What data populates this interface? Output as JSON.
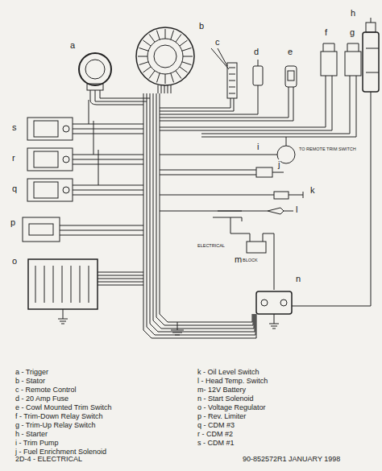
{
  "diagram": {
    "labels": [
      "a",
      "b",
      "c",
      "d",
      "e",
      "f",
      "g",
      "h",
      "i",
      "j",
      "k",
      "l",
      "m",
      "n",
      "o",
      "p",
      "q",
      "r",
      "s",
      "a - Trigger",
      "b - Stator",
      "c - Remote Control",
      "d - 20 Amp Fuse",
      "e - Cowl Mounted Trim Switch",
      "f - Trim-Down Relay Switch",
      "g - Trim-Up Relay Switch",
      "h - Starter",
      "i - Trim Pump",
      "j - Fuel Enrichment Solenoid",
      "k - Oil Level Switch",
      "l - Head Temp. Switch",
      "m- 12V Battery",
      "n - Start Solenoid",
      "o - Voltage Regulator",
      "p - Rev. Limiter",
      "q - CDM #3",
      "r - CDM #2",
      "s - CDM #1",
      "2D-4 - ELECTRICAL",
      "90-852572R1 JANUARY 1998",
      "TO REMOTE TRIM SWITCH",
      "ELECTRICAL",
      "BLOCK"
    ]
  }
}
